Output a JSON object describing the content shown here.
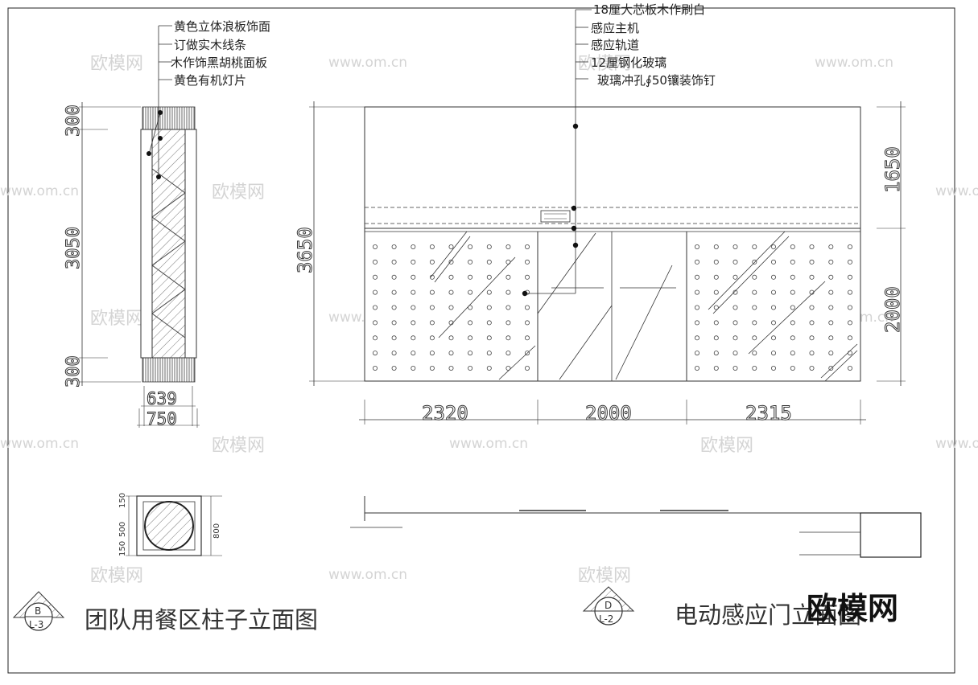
{
  "column_elevation": {
    "annotations": [
      "黄色立体浪板饰面",
      "订做实木线条",
      "木作饰黑胡桃面板",
      "黄色有机灯片"
    ],
    "dims_vertical": [
      "300",
      "3050",
      "300"
    ],
    "dims_horizontal": [
      "639",
      "750"
    ],
    "plan_dims": [
      "150",
      "500",
      "150",
      "800"
    ],
    "symbol": {
      "letter": "B",
      "ref": "L-3"
    },
    "title": "团队用餐区柱子立面图"
  },
  "door_elevation": {
    "annotations": [
      "18厘大芯板木作刷白",
      "感应主机",
      "感应轨道",
      "12厘钢化玻璃",
      "玻璃冲孔∮50镶装饰钉"
    ],
    "dims_left": [
      "3650"
    ],
    "dims_right": [
      "1650",
      "2000"
    ],
    "dims_bottom": [
      "2320",
      "2000",
      "2315"
    ],
    "symbol": {
      "letter": "D",
      "ref": "L-2"
    },
    "title": "电动感应门立面图"
  },
  "watermarks": {
    "site": "www.om.cn",
    "brand": "欧模网",
    "corner": "欧模网"
  }
}
